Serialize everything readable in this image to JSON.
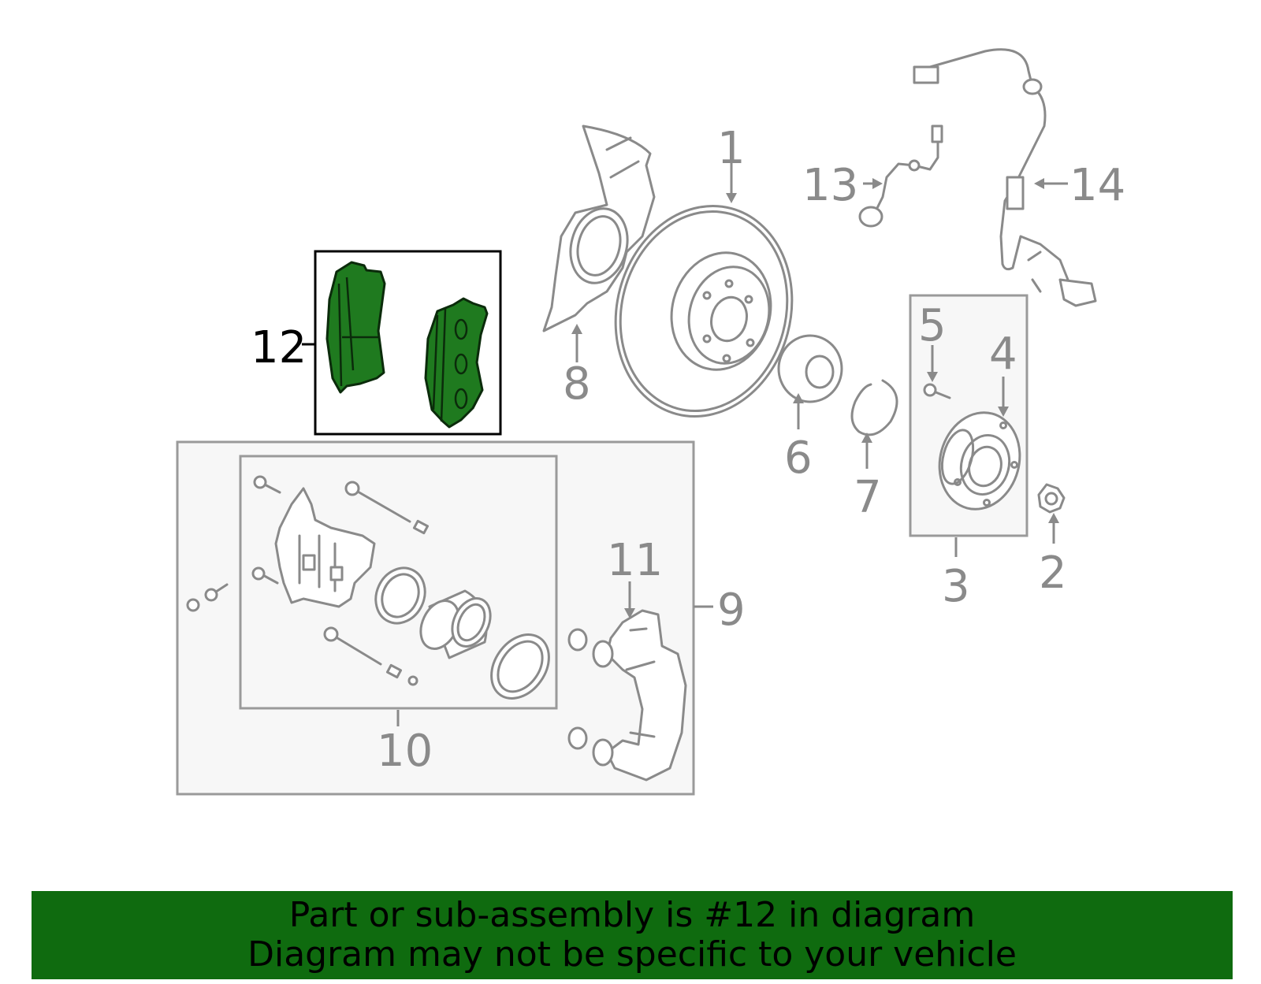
{
  "callouts": {
    "c1": "1",
    "c2": "2",
    "c3": "3",
    "c4": "4",
    "c5": "5",
    "c6": "6",
    "c7": "7",
    "c8": "8",
    "c9": "9",
    "c10": "10",
    "c11": "11",
    "c12": "12",
    "c13": "13",
    "c14": "14"
  },
  "highlighted_part": "12",
  "colors": {
    "highlight_fill": "#1f7a1f",
    "banner_background": "#0f6b0f",
    "line_art": "#8a8a8a"
  },
  "banner": {
    "line1": "Part or sub-assembly is #12 in diagram",
    "line2": "Diagram may not be specific to your vehicle"
  }
}
